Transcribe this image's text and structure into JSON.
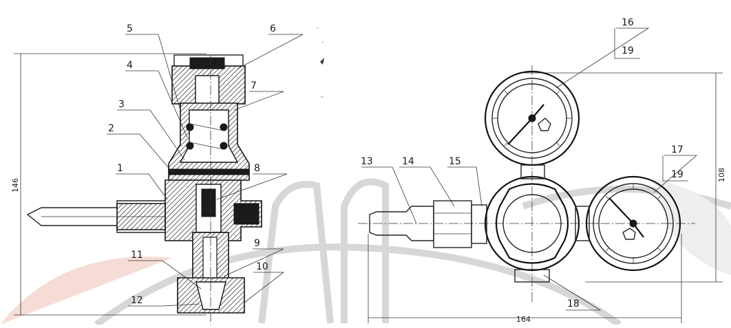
{
  "drawing": {
    "left_view": {
      "part_numbers": [
        "1",
        "2",
        "3",
        "4",
        "5",
        "6",
        "7",
        "8",
        "9",
        "10",
        "11",
        "12"
      ],
      "height_dimension": "146"
    },
    "right_view": {
      "part_numbers": [
        "13",
        "14",
        "15",
        "16",
        "17",
        "18",
        "19",
        "19"
      ],
      "height_dimension": "108",
      "width_dimension": "164"
    },
    "colors": {
      "ink": "#1a1a1a",
      "watermark": "#d7d7d7",
      "watermark_red": "#f3d7d2"
    }
  }
}
